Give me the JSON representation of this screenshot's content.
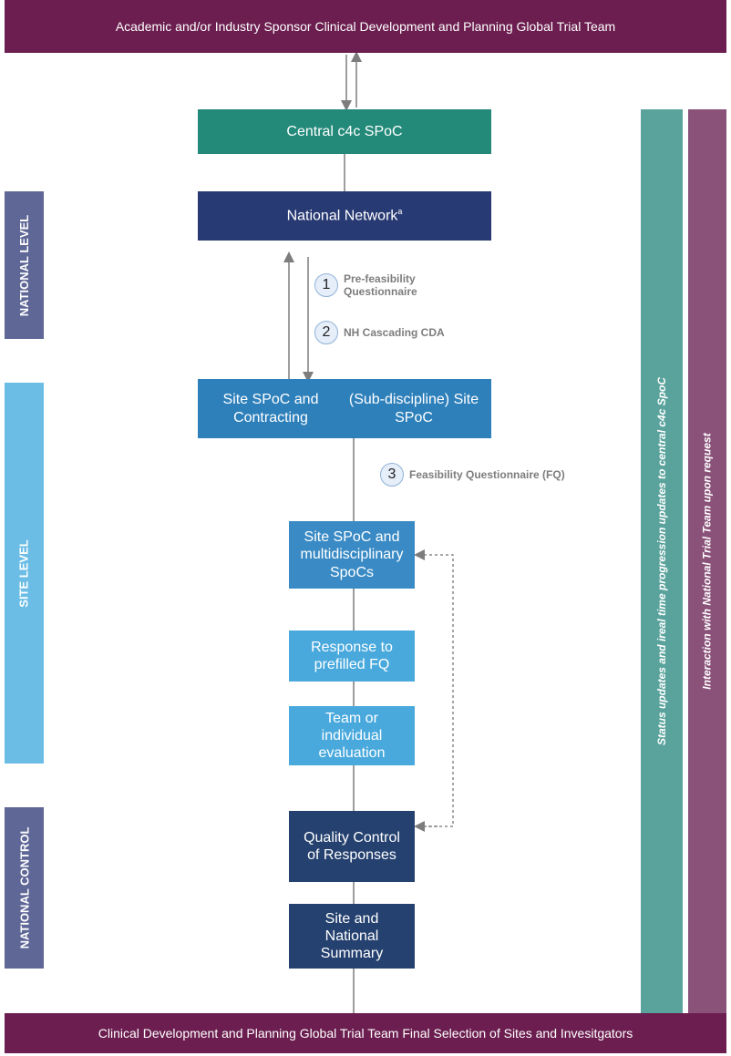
{
  "banners": {
    "top": "Academic and/or Industry Sponsor Clinical Development and Planning Global Trial Team",
    "bottom": "Clinical Development and Planning Global Trial Team Final Selection of Sites and Invesitgators"
  },
  "levels": {
    "national_level": "NATIONAL LEVEL",
    "site_level": "SITE LEVEL",
    "national_control": "NATIONAL CONTROL"
  },
  "boxes": {
    "central": "Central c4c SPoC",
    "national_network": "National Network",
    "national_network_sup": "a",
    "site_spoc_contracting": "Site SPoC and Contracting",
    "sub_discipline_spoc": "(Sub-discipline) Site SPoC",
    "multidisciplinary_spocs": "Site SPoC and multidisciplinary SpoCs",
    "response_prefilled": "Response to prefilled FQ",
    "team_evaluation": "Team or individual evaluation",
    "quality_control": "Quality Control of Responses",
    "site_national_summary": "Site and National Summary"
  },
  "steps": [
    {
      "number": "1",
      "label": "Pre-feasibility Questionnaire"
    },
    {
      "number": "2",
      "label": "NH Cascading CDA"
    },
    {
      "number": "3",
      "label": "Feasibility Questionnaire (FQ)"
    }
  ],
  "side_bars": {
    "status_updates": "Status updates and ireal time progression updates to central c4c SpoC",
    "interaction": "Interaction with National Trial Team upon request"
  },
  "colors": {
    "banner": "#6b1e4f",
    "teal": "#238a7a",
    "navy": "#283a73",
    "site_blue": "#2e80bb",
    "mid_blue": "#3a8bc5",
    "light_blue": "#49a9dc",
    "dark_navy": "#25416f",
    "side_gray": "#5f6797",
    "side_light": "#6bbde6",
    "bar_teal": "#5aa39c",
    "bar_purple": "#8a5179"
  }
}
